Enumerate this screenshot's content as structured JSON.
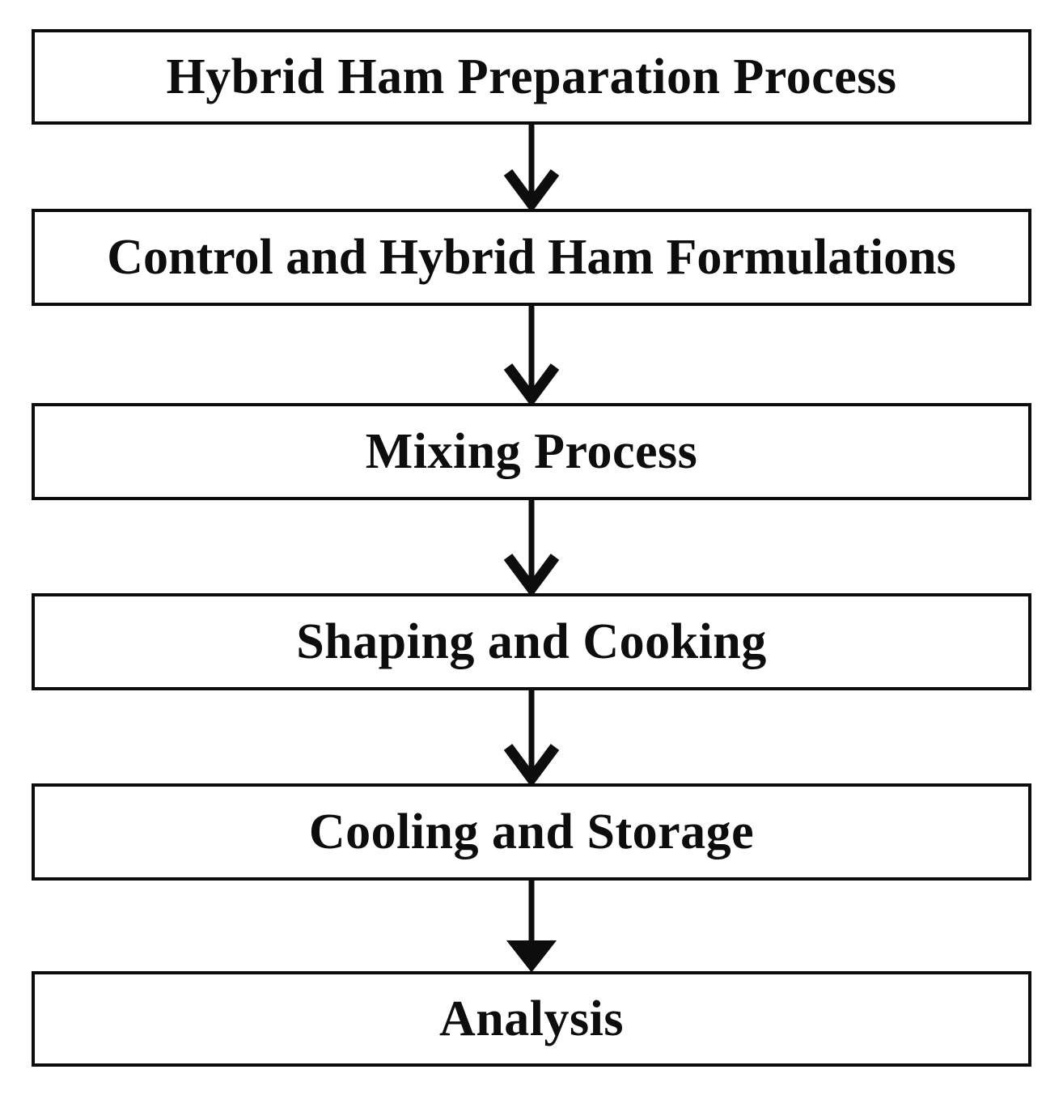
{
  "diagram": {
    "title": "Hybrid Ham Preparation Process Flowchart",
    "type": "vertical-flowchart",
    "colors": {
      "stroke": "#0d0d0d",
      "fill": "#ffffff",
      "text": "#0d0d0d"
    },
    "nodes": [
      {
        "id": "step-1",
        "label": "Hybrid Ham Preparation Process"
      },
      {
        "id": "step-2",
        "label": "Control and Hybrid Ham Formulations"
      },
      {
        "id": "step-3",
        "label": "Mixing Process"
      },
      {
        "id": "step-4",
        "label": "Shaping and Cooking"
      },
      {
        "id": "step-5",
        "label": "Cooling and Storage"
      },
      {
        "id": "step-6",
        "label": "Analysis"
      }
    ],
    "connectors": [
      {
        "id": "arrow-1",
        "from": "step-1",
        "to": "step-2",
        "head": "chevron"
      },
      {
        "id": "arrow-2",
        "from": "step-2",
        "to": "step-3",
        "head": "chevron"
      },
      {
        "id": "arrow-3",
        "from": "step-3",
        "to": "step-4",
        "head": "chevron"
      },
      {
        "id": "arrow-4",
        "from": "step-4",
        "to": "step-5",
        "head": "chevron"
      },
      {
        "id": "arrow-5",
        "from": "step-5",
        "to": "step-6",
        "head": "solid-triangle"
      }
    ]
  }
}
